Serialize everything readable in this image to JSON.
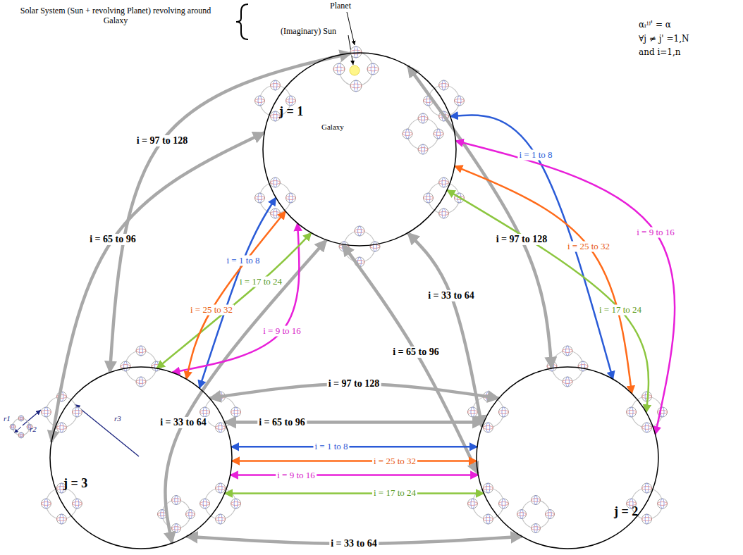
{
  "diagram": {
    "nodes": [
      {
        "text": [
          "j = 1",
          "Galaxy"
        ]
      },
      {
        "text": [
          "j = 2"
        ]
      },
      {
        "text": [
          "j = 3"
        ]
      }
    ],
    "edges": [
      {
        "from": 0,
        "to": 2,
        "arrow": "both",
        "label": "i = 97 to 128"
      },
      {
        "from": 0,
        "to": 2,
        "arrow": "both",
        "label": "i = 65 to 96"
      },
      {
        "from": 0,
        "to": 2,
        "arrow": "both",
        "label": "i = 33 to 64"
      },
      {
        "from": 0,
        "to": 1,
        "arrow": "both",
        "label": "i = 97 to 128"
      },
      {
        "from": 0,
        "to": 1,
        "arrow": "both",
        "label": "i = 65 to 96"
      },
      {
        "from": 0,
        "to": 1,
        "arrow": "both",
        "label": "i = 33 to 64"
      },
      {
        "from": 2,
        "to": 1,
        "arrow": "both",
        "label": "i = 97 to 128"
      },
      {
        "from": 2,
        "to": 1,
        "arrow": "both",
        "label": "i = 65 to 96"
      },
      {
        "from": 2,
        "to": 1,
        "arrow": "both",
        "label": "i = 33 to 64"
      },
      {
        "from": 0,
        "to": 2,
        "arrow": "both",
        "label": "i = 1 to 8"
      },
      {
        "from": 0,
        "to": 1,
        "arrow": "both",
        "label": "i = 1 to 8"
      },
      {
        "from": 2,
        "to": 1,
        "arrow": "both",
        "label": "i = 1 to 8"
      },
      {
        "from": 0,
        "to": 2,
        "arrow": "both",
        "label": "i = 9 to 16"
      },
      {
        "from": 0,
        "to": 1,
        "arrow": "both",
        "label": "i = 9 to 16"
      },
      {
        "from": 2,
        "to": 1,
        "arrow": "both",
        "label": "i = 9 to 16"
      },
      {
        "from": 0,
        "to": 2,
        "arrow": "both",
        "label": "i = 17 to 24"
      },
      {
        "from": 0,
        "to": 1,
        "arrow": "both",
        "label": "i = 17 to 24"
      },
      {
        "from": 2,
        "to": 1,
        "arrow": "both",
        "label": "i = 17 to 24"
      },
      {
        "from": 0,
        "to": 2,
        "arrow": "both",
        "label": "i = 25 to 32"
      },
      {
        "from": 0,
        "to": 1,
        "arrow": "both",
        "label": "i = 25 to 32"
      },
      {
        "from": 2,
        "to": 1,
        "arrow": "both",
        "label": "i = 25 to 32"
      }
    ],
    "labels": [
      "Solar System (Sun + revolving Planet) revolving around Galaxy",
      "Planet",
      "(Imaginary) Sun",
      "αᵢʲʲ' = α",
      "∀j ≠ j' =1,N",
      "and i=1,n",
      "r1",
      "r2",
      "r3"
    ]
  }
}
